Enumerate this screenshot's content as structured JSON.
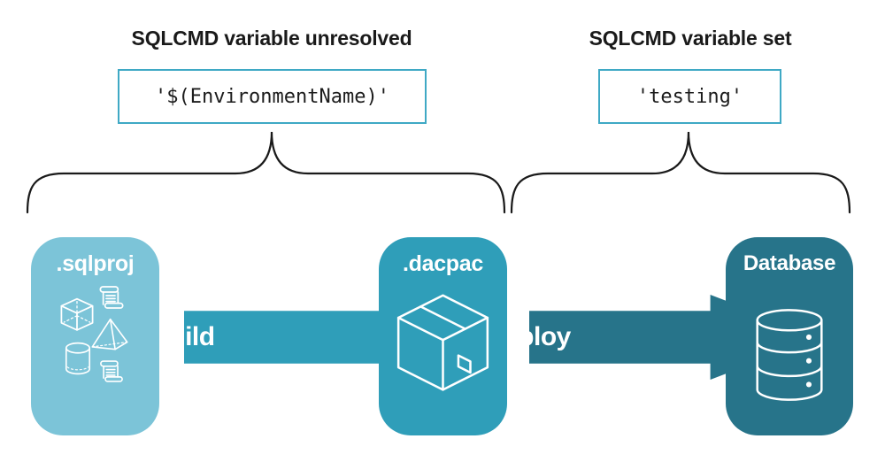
{
  "left_section": {
    "heading": "SQLCMD variable unresolved",
    "code_value": "'$(EnvironmentName)'"
  },
  "right_section": {
    "heading": "SQLCMD variable set",
    "code_value": "'testing'"
  },
  "pipeline": {
    "cards": [
      {
        "label": ".sqlproj",
        "icons": [
          "scroll-icon",
          "cube-icon",
          "pyramid-icon",
          "cylinder-icon",
          "scroll-icon"
        ],
        "color": "#7cc4d8"
      },
      {
        "label": ".dacpac",
        "icons": [
          "package-box-icon"
        ],
        "color": "#2f9eb9"
      },
      {
        "label": "Database",
        "icons": [
          "database-cylinder-icon"
        ],
        "color": "#27748a"
      }
    ],
    "arrows": [
      {
        "label": "build",
        "color": "#2f9eb9"
      },
      {
        "label": "deploy",
        "color": "#27748a"
      }
    ]
  },
  "colors": {
    "background": "#ffffff",
    "heading_text": "#1a1a1a",
    "code_box_border": "#3fa9c5",
    "brace_stroke": "#1a1a1a",
    "card_text": "#ffffff",
    "light_teal": "#7cc4d8",
    "mid_teal": "#2f9eb9",
    "dark_teal": "#27748a"
  }
}
